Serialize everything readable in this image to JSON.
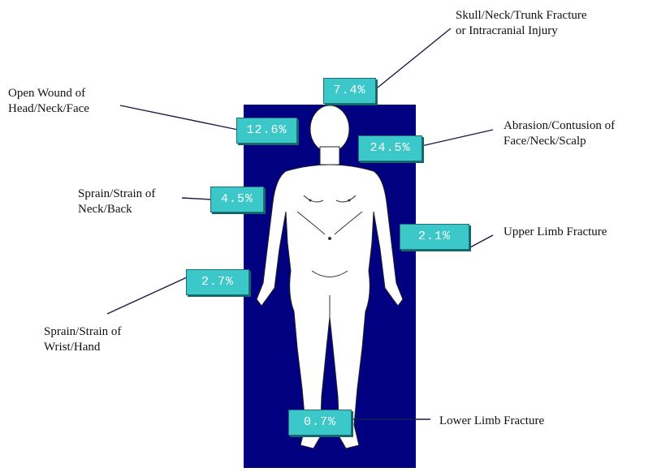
{
  "colors": {
    "panel": "#000080",
    "badge": "#3cc8c8",
    "body_fill": "#ffffff",
    "line": "#1a1a4a"
  },
  "injuries": [
    {
      "id": "skull",
      "label_lines": [
        "Skull/Neck/Trunk Fracture",
        "or Intracranial Injury"
      ],
      "value": "7.4%"
    },
    {
      "id": "open-wound",
      "label_lines": [
        "Open Wound of",
        "Head/Neck/Face"
      ],
      "value": "12.6%"
    },
    {
      "id": "abrasion",
      "label_lines": [
        "Abrasion/Contusion of",
        "Face/Neck/Scalp"
      ],
      "value": "24.5%"
    },
    {
      "id": "neck-back",
      "label_lines": [
        "Sprain/Strain of",
        "Neck/Back"
      ],
      "value": "4.5%"
    },
    {
      "id": "upper-limb",
      "label_lines": [
        "Upper Limb Fracture"
      ],
      "value": "2.1%"
    },
    {
      "id": "wrist-hand",
      "label_lines": [
        "Sprain/Strain of",
        "Wrist/Hand"
      ],
      "value": "2.7%"
    },
    {
      "id": "lower-limb",
      "label_lines": [
        "Lower Limb Fracture"
      ],
      "value": "0.7%"
    }
  ]
}
